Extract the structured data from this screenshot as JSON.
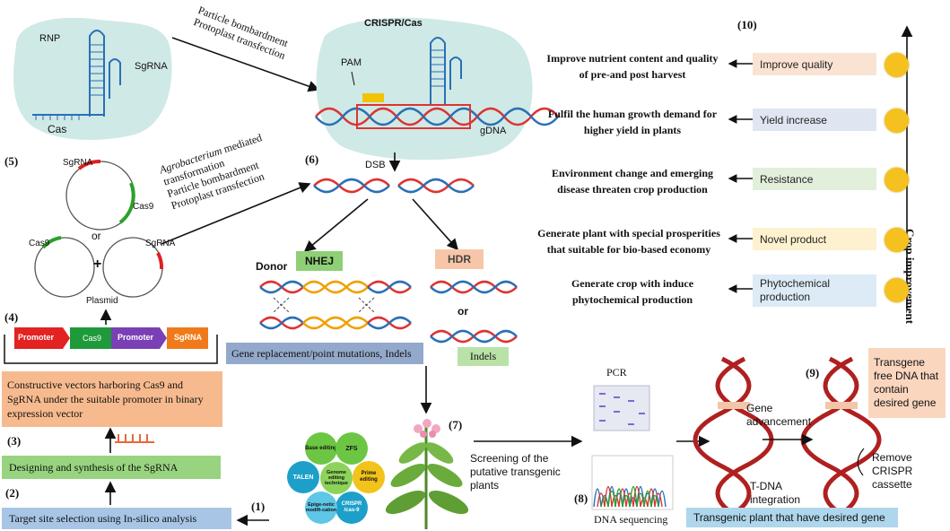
{
  "delivery": {
    "rnp_label": "RNP",
    "sgrna_label": "SgRNA",
    "cas_label": "Cas",
    "method_line1": "Particle bombardment",
    "method_line2": "Protoplast transfection"
  },
  "crispr": {
    "title": "CRISPR/Cas",
    "pam": "PAM",
    "gdna": "gDNA"
  },
  "plasmids": {
    "step": "(5)",
    "sgrna_top": "SgRNA",
    "cas9_top": "Cas9",
    "or": "or",
    "cas9_left": "Cas9",
    "sgrna_right": "SgRNA",
    "plus": "+",
    "plasmid": "Plasmid"
  },
  "agro": {
    "italic": "Agrobacterium",
    "rest": " mediated",
    "line2": "transformation",
    "line3": "Particle bombardment",
    "line4": "Protoplast transfection"
  },
  "repair": {
    "step": "(6)",
    "dsb": "DSB",
    "donor": "Donor",
    "nhej": "NHEJ",
    "hdr": "HDR",
    "or": "or",
    "gene_replacement": "Gene replacement/point mutations, Indels",
    "indels": "Indels"
  },
  "construct": {
    "step": "(4)",
    "promoter1": "Promoter",
    "cas9": "Cas9",
    "promoter2": "Promoter",
    "sgrna": "SgRNA",
    "description": "Constructive vectors harboring Cas9 and SgRNA under the suitable promoter in binary expression vector"
  },
  "design": {
    "step": "(3)",
    "label": "Designing and synthesis of the SgRNA"
  },
  "target": {
    "step": "(2)",
    "label": "Target site selection using In-silico analysis"
  },
  "techniques": {
    "step": "(1)",
    "center": "Genome editing technique",
    "items": [
      "Base editing",
      "ZFS",
      "Prime editing",
      "CRISPR /cas-9",
      "Epige-netic modifi-cation",
      "TALEN"
    ]
  },
  "screening": {
    "step": "(7)",
    "label": "Screening of the putative transgenic plants"
  },
  "analysis": {
    "step": "(8)",
    "pcr": "PCR",
    "sequencing": "DNA sequencing"
  },
  "transgenic": {
    "step": "(9)",
    "gene_advancement": "Gene advancement",
    "tdna": "T-DNA integration",
    "remove": "Remove CRISPR cassette",
    "free_dna": "Transgene free DNA that contain desired gene",
    "bottom": "Transgenic plant that have desired gene"
  },
  "improvement": {
    "step": "(10)",
    "axis_label": "Crop improvement",
    "rows": [
      {
        "benefit": "Improve nutrient content and quality of pre-and post harvest",
        "category": "Improve quality",
        "color": "#fbe3d3"
      },
      {
        "benefit": "Fulfil the human growth demand for higher yield in plants",
        "category": "Yield increase",
        "color": "#dfe6f2"
      },
      {
        "benefit": "Environment change and emerging disease threaten crop production",
        "category": "Resistance",
        "color": "#e1efdb"
      },
      {
        "benefit": "Generate plant with special prosperities that suitable for bio-based economy",
        "category": "Novel product",
        "color": "#fdf1cf"
      },
      {
        "benefit": "Generate crop with induce phytochemical production",
        "category": "Phytochemical production",
        "color": "#dcebf5"
      }
    ]
  }
}
